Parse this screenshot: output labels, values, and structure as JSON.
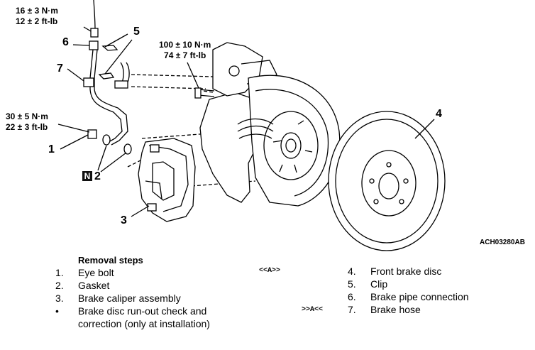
{
  "torque": {
    "hose_top": [
      "16 ± 3 N·m",
      "12 ± 2 ft-lb"
    ],
    "caliper_bolt": [
      "100 ± 10 N·m",
      "74 ± 7 ft-lb"
    ],
    "eye_bolt": [
      "30 ± 5 N·m",
      "22 ± 3 ft-lb"
    ]
  },
  "callouts": {
    "c1": "1",
    "c2": "2",
    "c3": "3",
    "c4": "4",
    "c5": "5",
    "c6": "6",
    "c7": "7",
    "n_badge": "N"
  },
  "figure_code": "ACH03280AB",
  "removal": {
    "title": "Removal steps",
    "left": [
      {
        "num": "1.",
        "text": "Eye bolt",
        "tag": ""
      },
      {
        "num": "2.",
        "text": "Gasket",
        "tag": ""
      },
      {
        "num": "3.",
        "text": "Brake caliper assembly",
        "tag": ""
      },
      {
        "num": "•",
        "text": "Brake disc run-out check and",
        "tag": ""
      },
      {
        "num": "",
        "text": "correction (only at installation)",
        "tag": ""
      }
    ],
    "right": [
      {
        "num": "4.",
        "text": "Front brake disc",
        "tag": "<<A>>"
      },
      {
        "num": "5.",
        "text": "Clip",
        "tag": ""
      },
      {
        "num": "6.",
        "text": "Brake pipe connection",
        "tag": ""
      },
      {
        "num": "7.",
        "text": "Brake hose",
        "tag": ">>A<<"
      }
    ]
  }
}
